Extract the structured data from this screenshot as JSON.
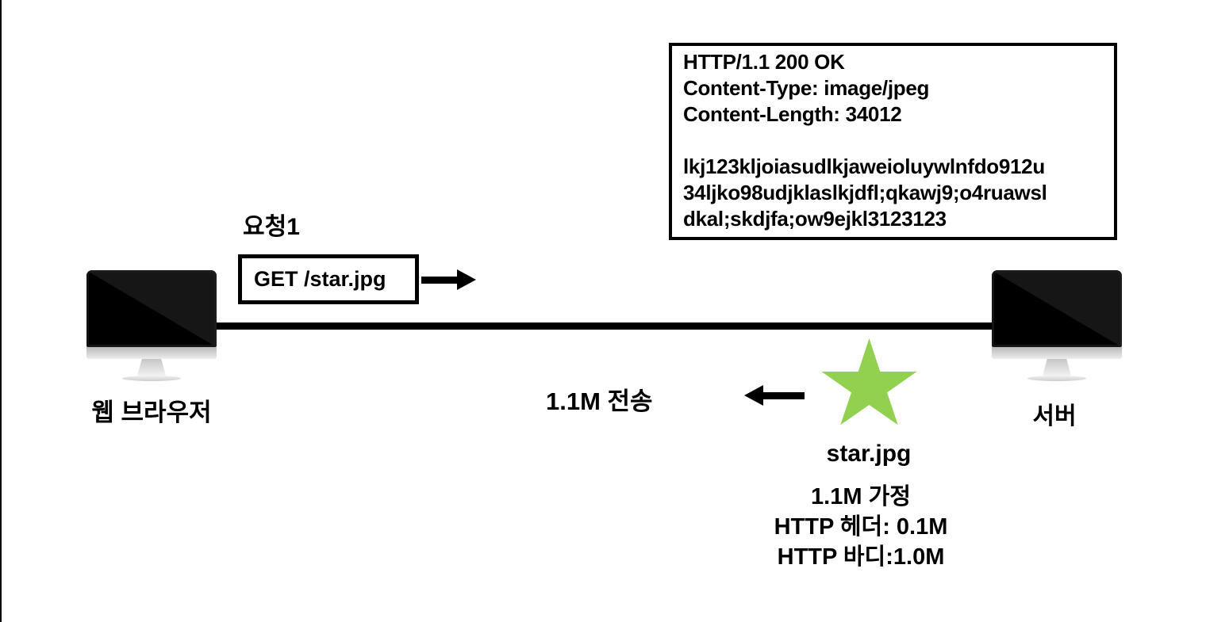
{
  "response_box": {
    "lines": [
      "HTTP/1.1 200 OK",
      "Content-Type: image/jpeg",
      "Content-Length: 34012",
      "",
      "lkj123kljoiasudlkjaweioluywlnfdo912u",
      "34ljko98udjklaslkjdfl;qkawj9;o4ruawsl",
      "dkal;skdjfa;ow9ejkl3123123"
    ]
  },
  "request": {
    "label": "요청1",
    "box_text": "GET /star.jpg"
  },
  "client": {
    "label": "웹 브라우저"
  },
  "server": {
    "label": "서버"
  },
  "transfer": {
    "label": "1.1M 전송"
  },
  "star": {
    "label": "star.jpg",
    "color": "#92D050"
  },
  "assumption": {
    "lines": [
      "1.1M 가정",
      "HTTP 헤더: 0.1M",
      "HTTP 바디:1.0M"
    ]
  },
  "colors": {
    "line": "#000000",
    "background": "#ffffff"
  }
}
